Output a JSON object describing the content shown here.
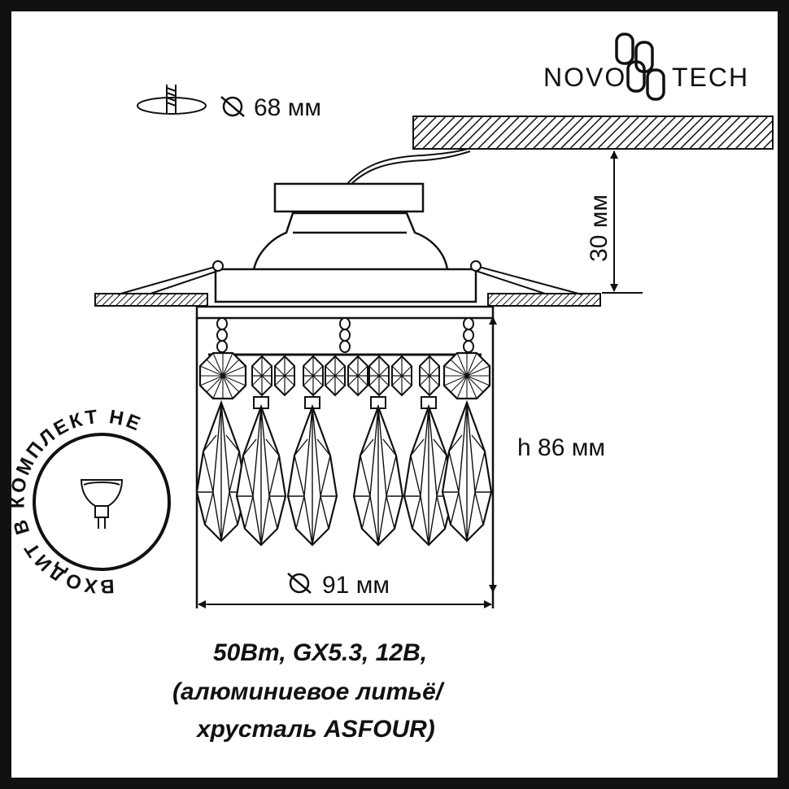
{
  "brand": {
    "name": "NOVOTECH",
    "name_left": "NOVO",
    "name_right": "TECH"
  },
  "dimensions": {
    "cutout": "68 мм",
    "depth": "30 мм",
    "height": "h 86 мм",
    "diameter": "91 мм"
  },
  "lamp_note": "ВХОДИТ В КОМПЛЕКТ НЕ",
  "spec_lines": [
    "50Вт, GX5.3, 12В,",
    "(алюминиевое литьё/",
    "хрусталь ASFOUR)"
  ],
  "icons": [
    "cutout-hole-icon",
    "diameter-icon",
    "lamp-bulb-icon"
  ],
  "colors": {
    "ink": "#111111",
    "background": "#ffffff"
  }
}
